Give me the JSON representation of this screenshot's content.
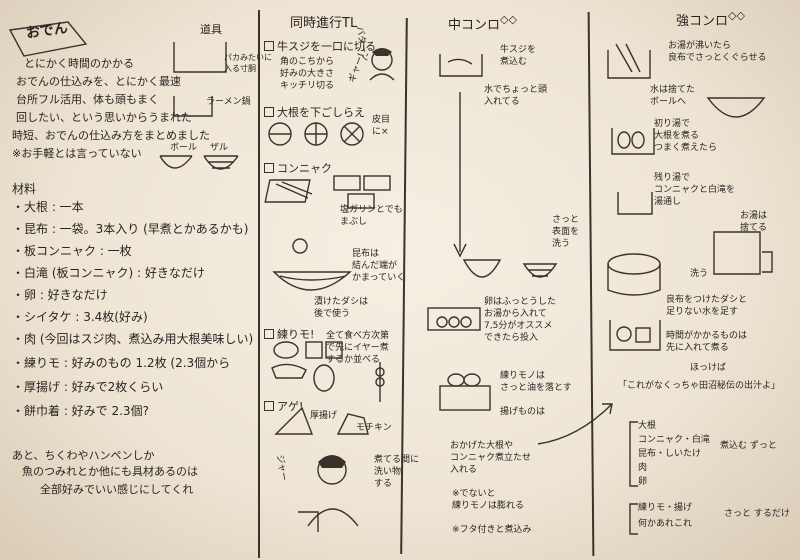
{
  "title": "おでん",
  "intro": [
    "とにかく時間のかかる",
    "おでんの仕込みを、とにかく最速",
    "台所フル活用、体も頭もまく",
    "回したい、という思いからうまれた",
    "時短、おでんの仕込み方をまとめました",
    "※お手軽とは言っていない"
  ],
  "tools": {
    "label": "道具",
    "pot": "パカみたいに\n入る寸胴",
    "ramen": "ラーメン鍋",
    "zaru1": "ボール",
    "zaru2": "ザル"
  },
  "ingredients_label": "材料",
  "ingredients": [
    "・大根 : 一本",
    "・昆布 : 一袋。3本入り (早煮とかあるかも)",
    "・板コンニャク : 一枚",
    "・白滝 (板コンニャク) : 好きなだけ",
    "・卵 : 好きなだけ",
    "・シイタケ : 3.4枚(好み)",
    "・肉 (今回はスジ肉、煮込み用大根美味しい)",
    "・練りモ : 好みのもの 1.2枚 (2.3個から",
    "・厚揚げ : 好みで2枚くらい",
    "・餅巾着 : 好みで 2.3個?"
  ],
  "note": [
    "あと、ちくわやハンペンしか",
    "魚のつみれとか他にも具材あるのは",
    "全部好みでいい感じにしてくれ"
  ],
  "center": {
    "header": "同時進行TL",
    "s1": "牛スジを一口に切る",
    "s1a": "角のこちから\n好みの大きさ\nキッチリ切る",
    "s1b": "バターン",
    "s1c": "ギャー!",
    "s2": "大根を下ごしらえ",
    "s2a": "皮目\nに×",
    "s3": "コンニャク",
    "s3a": "塩ガリンとでも\nまぶし",
    "s4": "昆布は\n結んだ端が\nかまっていく",
    "s4a": "漬けたダシは\n後で使う",
    "s5": "練りモ!",
    "s5a": "全て食べ方次第\nで先にイヤー煮\nするか並べる",
    "s6": "アゲ!",
    "s6a": "厚揚げ",
    "s6b": "モチキン",
    "s7": "煮てる間に\n洗い物\nする",
    "s7a": "ジャー"
  },
  "mid": {
    "header": "中コンロ",
    "m1": "牛スジを\n煮込む",
    "m2": "水でちょっと頭\n入れてる",
    "m3": "さっと\n表面を\n洗う",
    "m4": "卵はふっとうした\nお湯から入れて\n7,5分がオススメ\nできたら投入",
    "m5": "練りモノは\nさっと油を落とす",
    "m6": "揚げものは",
    "m7": "おかげた大根や\nコンニャク煮立たせ\n入れる",
    "m8": "※でないと\n練りモノは膨れる",
    "m9": "※フタ付きと煮込み"
  },
  "strong": {
    "header": "強コンロ",
    "r1": "お湯が沸いたら\n良布でさっとくぐらせる",
    "r2": "水は捨てた\nボールへ",
    "r3": "初り湯で\n大根を煮る\nつまく煮えたら",
    "r4": "残り湯で\nコンニャクと白滝を\n湯通し",
    "r5": "お湯は\n捨てる",
    "r6": "洗う",
    "r7": "良布をつけたダシと\n足りない水を足す",
    "r8": "時間がかかるものは\n先に入れて煮る",
    "r9": "ほっけば",
    "r10": "「これがなくっちゃ田沼秘伝の出汁よ」",
    "s_list": [
      "大根",
      "コンニャク・白滝",
      "昆布・しいたけ",
      "肉",
      "卵"
    ],
    "s_list_note": "煮込む ずっと",
    "s_list2": [
      "練りモ・揚げ",
      "何かあれこれ"
    ],
    "s_list2_note": "さっと するだけ"
  }
}
